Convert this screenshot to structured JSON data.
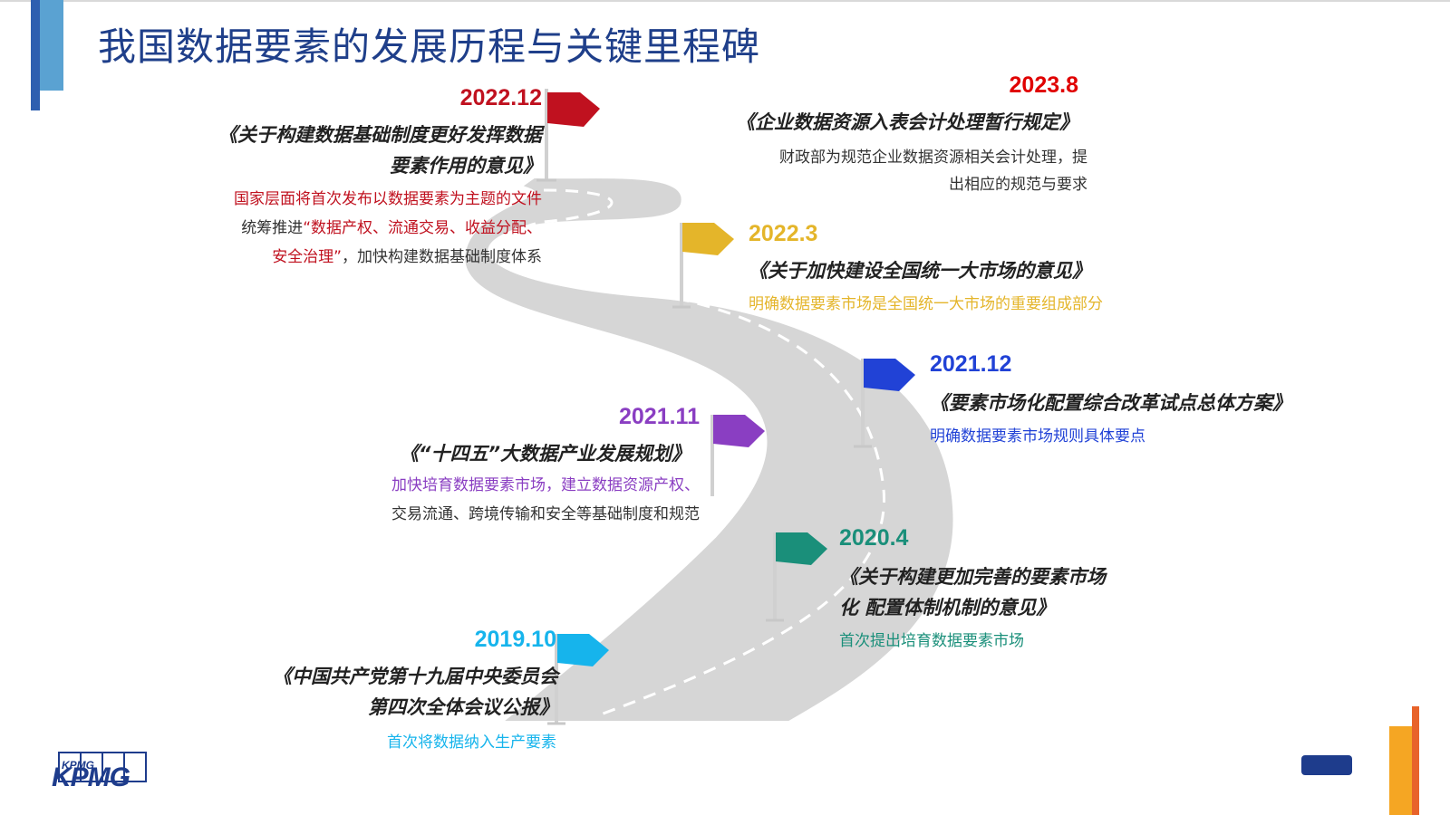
{
  "title": "我国数据要素的发展历程与关键里程碑",
  "colors": {
    "title": "#1f3f8a",
    "m2022_12": "#c0111f",
    "m2023_8": "#e00000",
    "m2022_3": "#e4b52a",
    "m2021_12": "#2142d6",
    "m2021_11": "#8a3ec2",
    "m2020_4": "#1a8f7a",
    "m2019_10": "#16b4ec",
    "road": "#d6d6d6"
  },
  "milestones": {
    "m2022_12": {
      "date": "2022.12",
      "doc_line1": "《关于构建数据基础制度更好发挥数据",
      "doc_line2": "要素作用的意见》",
      "desc_line1": "国家层面将首次发布以数据要素为主题的文件",
      "desc_line2_a": "统筹推进",
      "desc_line2_b": "“数据产权、流通交易、收益分配、",
      "desc_line3_a": "安全治理”",
      "desc_line3_b": "，加快构建数据基础制度体系"
    },
    "m2023_8": {
      "date": "2023.8",
      "doc": "《企业数据资源入表会计处理暂行规定》",
      "desc_line1": "财政部为规范企业数据资源相关会计处理，提",
      "desc_line2": "出相应的规范与要求"
    },
    "m2022_3": {
      "date": "2022.3",
      "doc": "《关于加快建设全国统一大市场的意见》",
      "desc": "明确数据要素市场是全国统一大市场的重要组成部分"
    },
    "m2021_12": {
      "date": "2021.12",
      "doc": "《要素市场化配置综合改革试点总体方案》",
      "desc": "明确数据要素市场规则具体要点"
    },
    "m2021_11": {
      "date": "2021.11",
      "doc": "《“十四五”大数据产业发展规划》",
      "desc_line1": "加快培育数据要素市场，建立数据资源产权、",
      "desc_line2": "交易流通、跨境传输和安全等基础制度和规范"
    },
    "m2020_4": {
      "date": "2020.4",
      "doc_line1": "《关于构建更加完善的要素市场",
      "doc_line2": "化 配置体制机制的意见》",
      "desc": "首次提出培育数据要素市场"
    },
    "m2019_10": {
      "date": "2019.10",
      "doc_line1": "《中国共产党第十九届中央委员会",
      "doc_line2": "第四次全体会议公报》",
      "desc": "首次将数据纳入生产要素"
    }
  },
  "logo": {
    "text": "KPMG",
    "small": "KPMG"
  }
}
